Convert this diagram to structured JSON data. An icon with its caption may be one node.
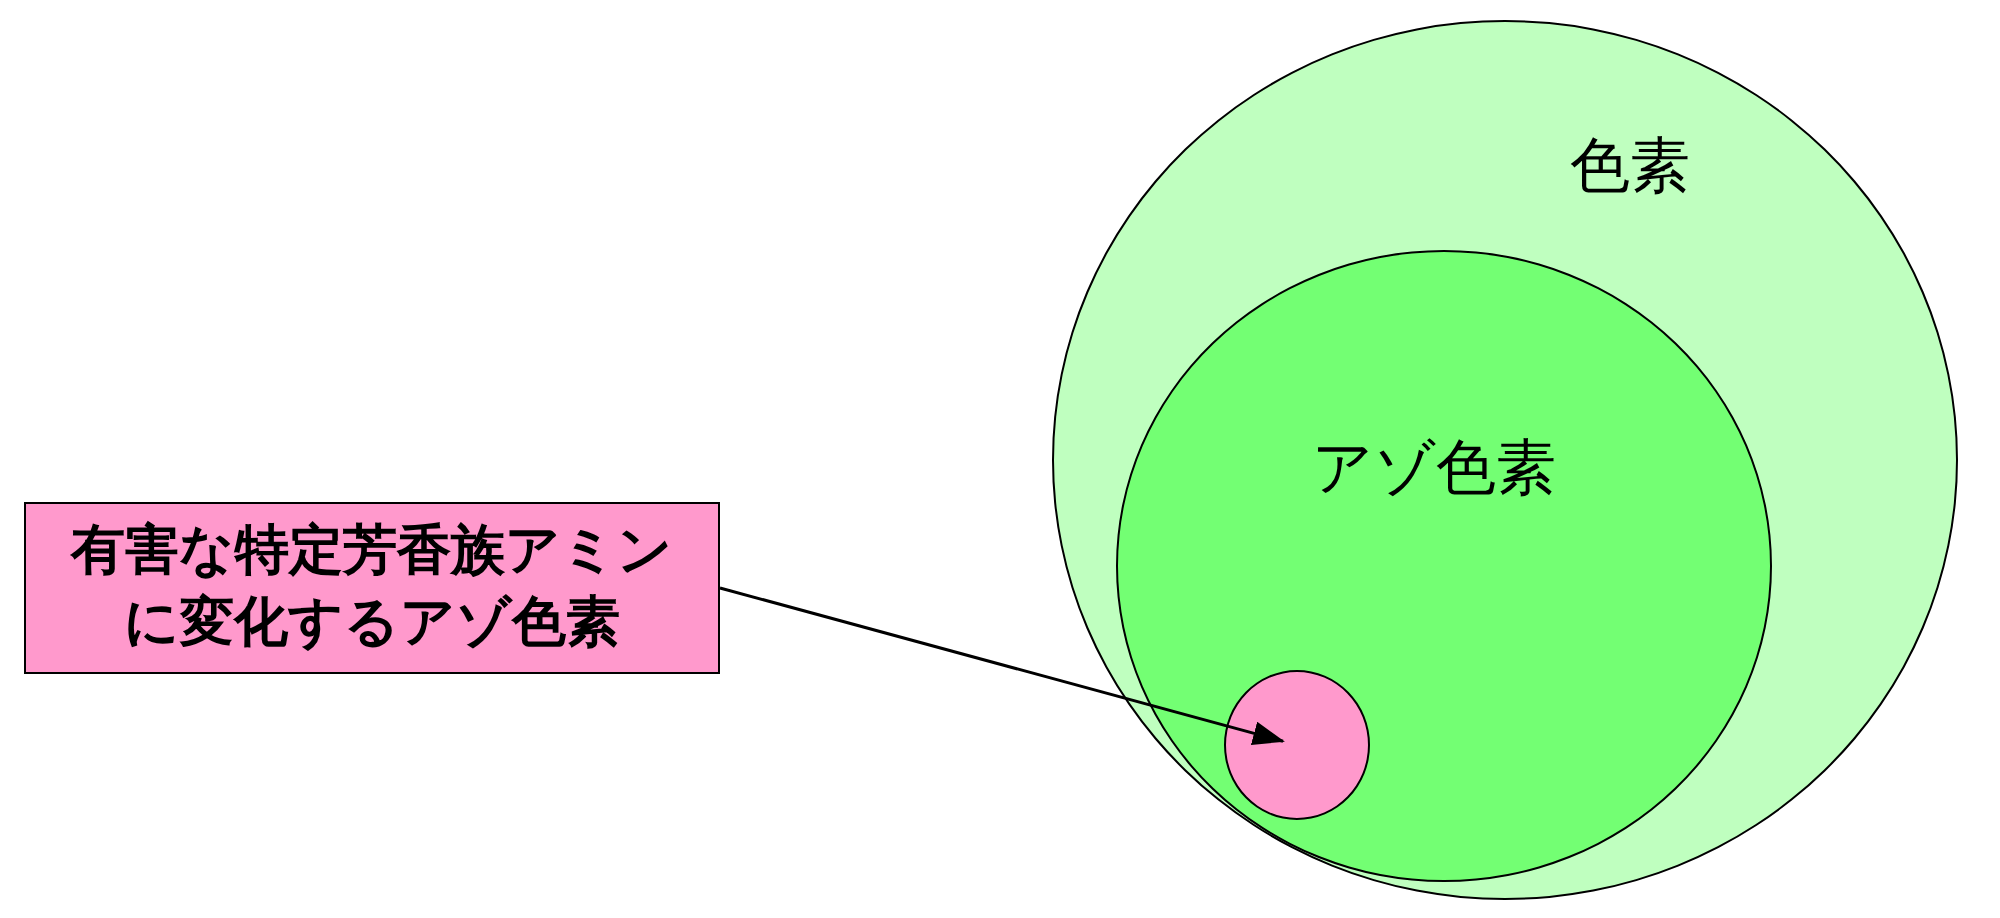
{
  "diagram": {
    "nodes": [
      {
        "text": [
          "色素"
        ]
      },
      {
        "text": [
          "アゾ色素"
        ],
        "in": 0
      },
      {
        "text": [],
        "shape": "circle",
        "in": 1
      },
      {
        "text": [
          "有害な特定芳香族アミンに変化するアゾ色素"
        ]
      }
    ],
    "edges": [
      {
        "from": 3,
        "to": 2,
        "arrow": "to"
      }
    ]
  }
}
